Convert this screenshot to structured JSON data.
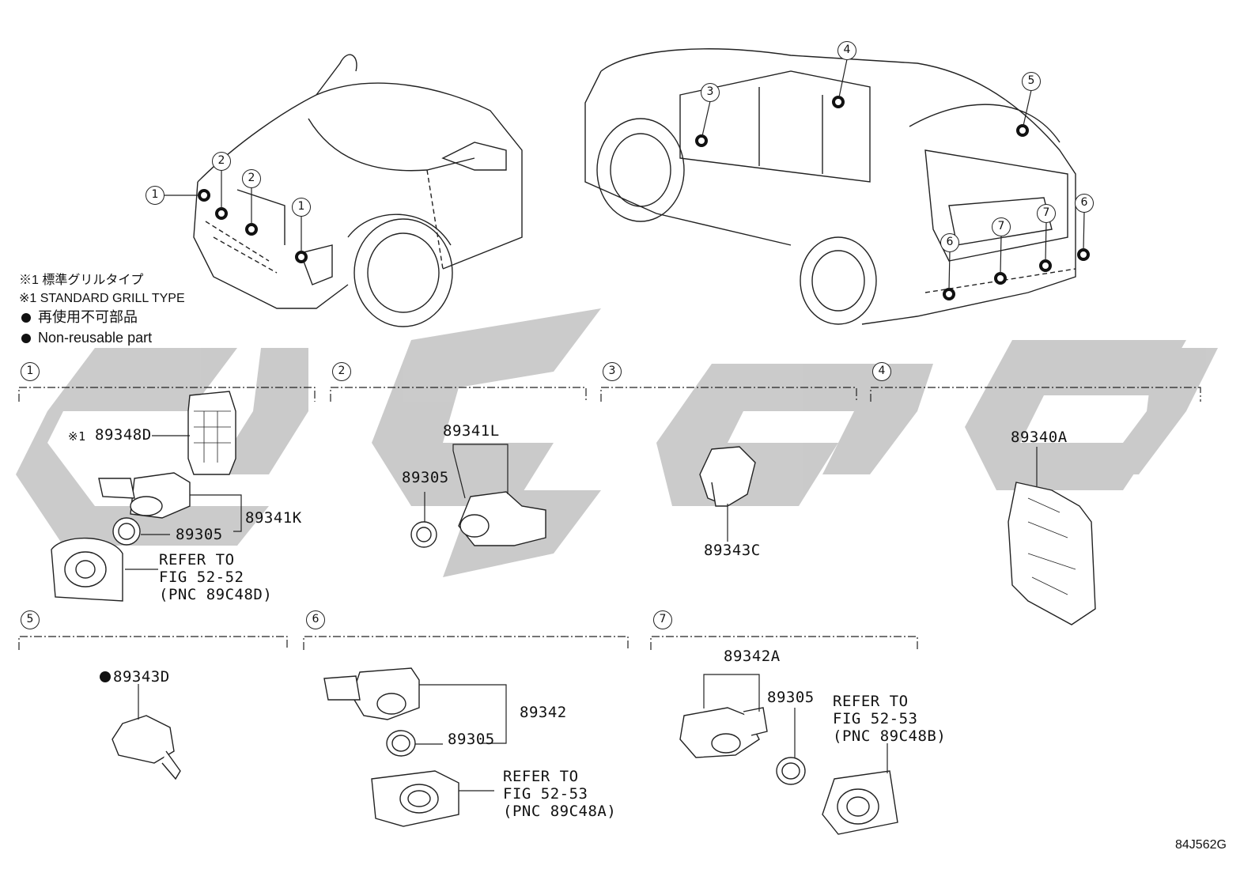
{
  "notes": {
    "jp_grill": "※1 標準グリルタイプ",
    "en_grill": "※1 STANDARD GRILL TYPE",
    "jp_nonreusable": "再使用不可部品",
    "en_nonreusable": "Non-reusable part"
  },
  "callouts": [
    "1",
    "2",
    "3",
    "4",
    "5",
    "6",
    "7"
  ],
  "parts": {
    "p89348D": "89348D",
    "p89348D_mark": "※1",
    "p89341K": "89341K",
    "p89305": "89305",
    "p89341L": "89341L",
    "p89343C": "89343C",
    "p89340A": "89340A",
    "p89343D": "89343D",
    "p89342": "89342",
    "p89342A": "89342A"
  },
  "refers": {
    "r1": [
      "REFER TO",
      "FIG 52-52",
      "(PNC 89C48D)"
    ],
    "r6": [
      "REFER TO",
      "FIG 52-53",
      "(PNC 89C48A)"
    ],
    "r7": [
      "REFER TO",
      "FIG 52-53",
      "(PNC 89C48B)"
    ]
  },
  "figure_code": "84J562G"
}
